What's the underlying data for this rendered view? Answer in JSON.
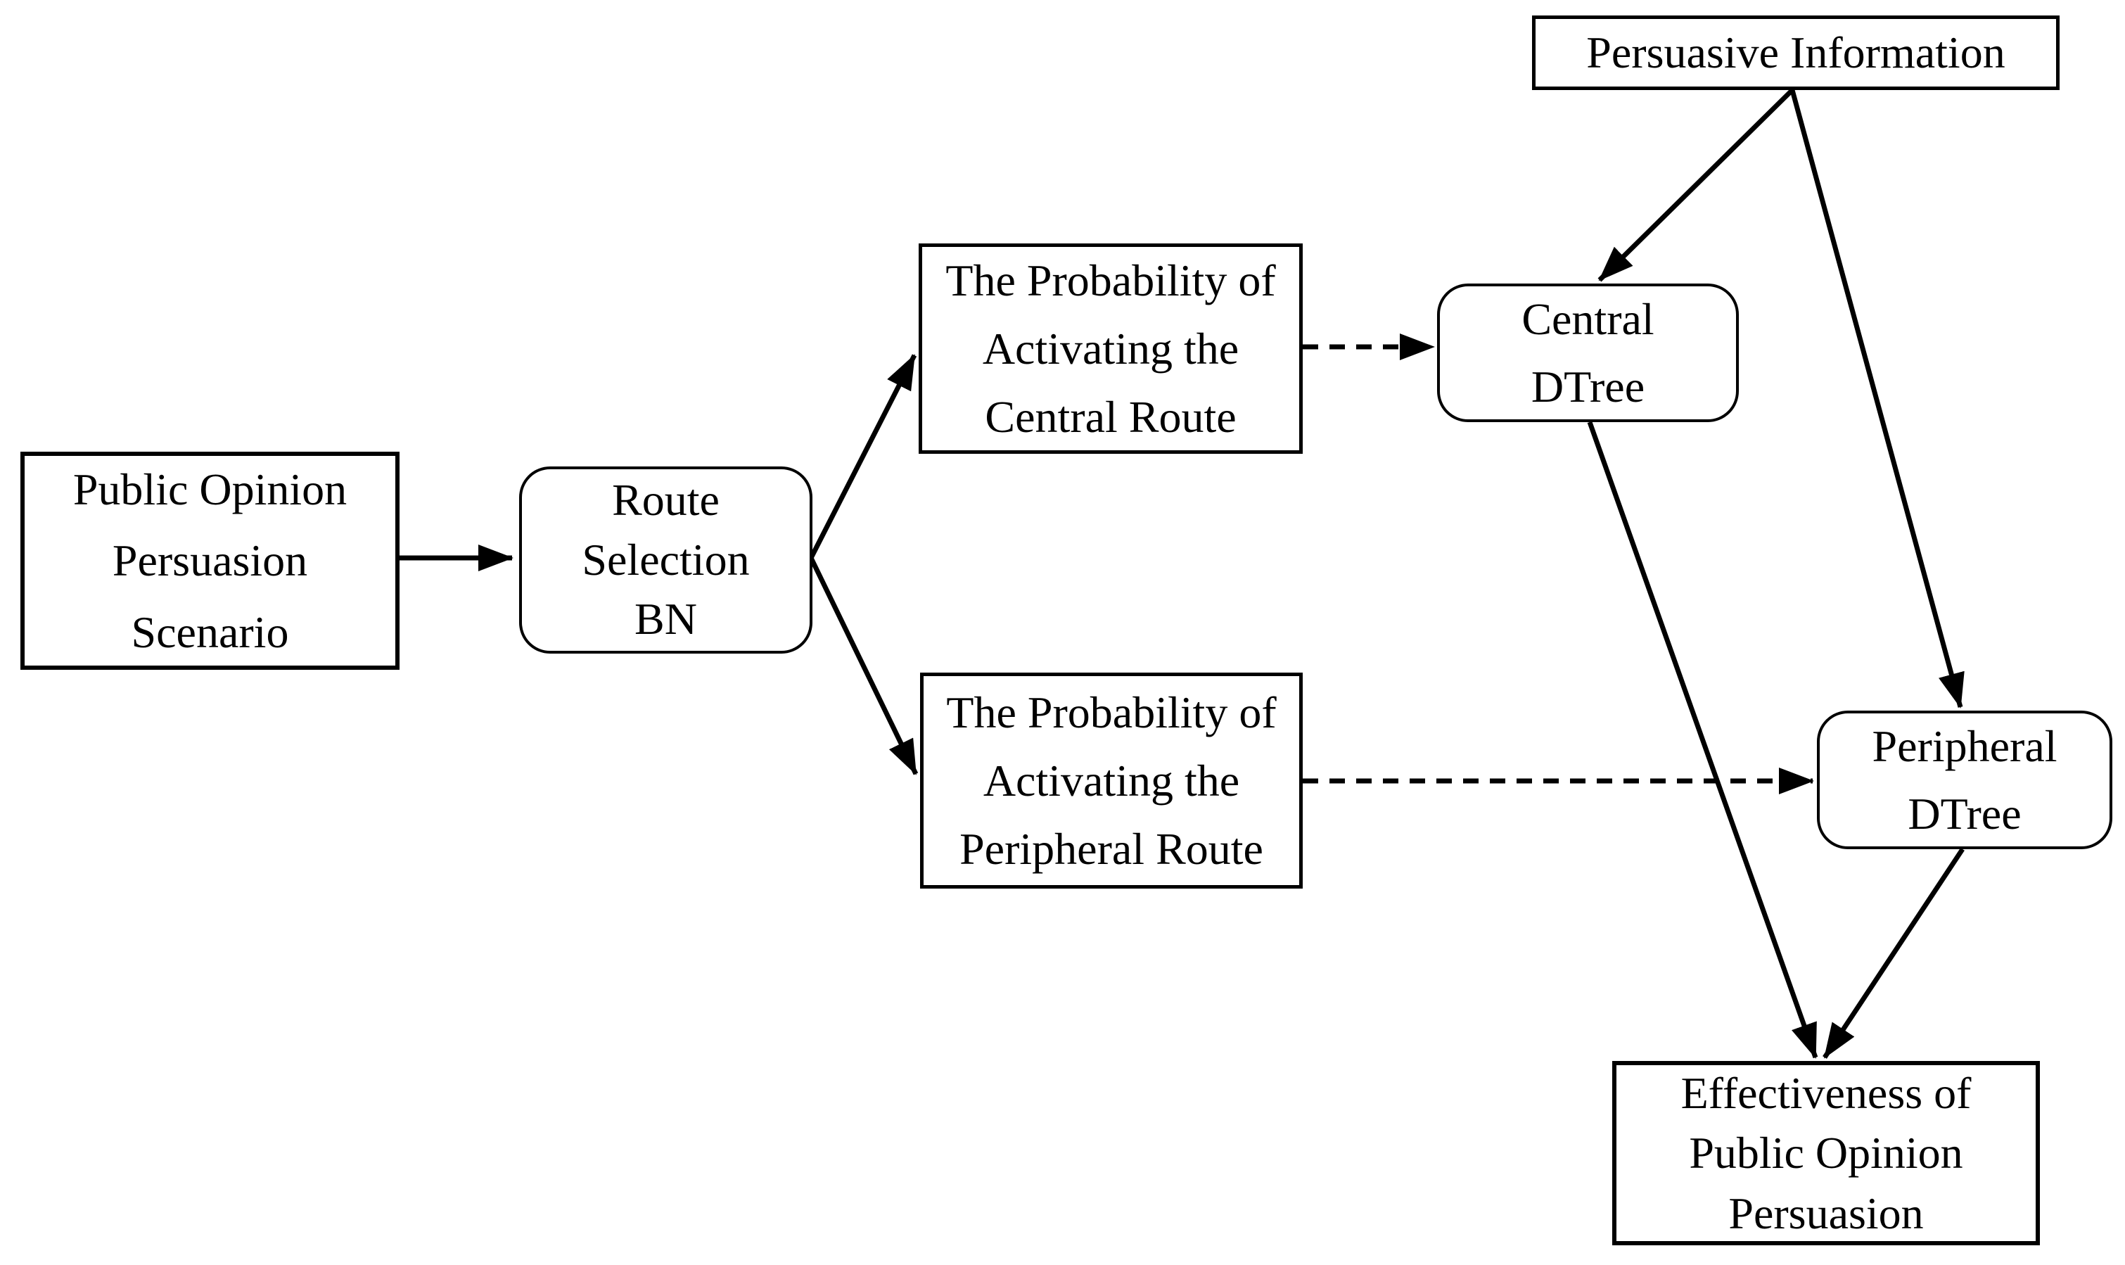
{
  "diagram": {
    "background_color": "#ffffff",
    "line_color": "#000000",
    "text_color": "#000000",
    "nodes": {
      "scenario": {
        "label": "Public Opinion\nPersuasion\nScenario",
        "shape": "rectangle"
      },
      "route_bn": {
        "label": "Route\nSelection\nBN",
        "shape": "rounded-rectangle"
      },
      "prob_central": {
        "label": "The Probability of\nActivating the\nCentral Route",
        "shape": "rectangle"
      },
      "prob_peripheral": {
        "label": "The Probability of\nActivating the\nPeripheral Route",
        "shape": "rectangle"
      },
      "central_dtree": {
        "label": "Central\nDTree",
        "shape": "rounded-rectangle"
      },
      "peripheral_dtree": {
        "label": "Peripheral\nDTree",
        "shape": "rounded-rectangle"
      },
      "persuasive_info": {
        "label": "Persuasive Information",
        "shape": "rectangle"
      },
      "effectiveness": {
        "label": "Effectiveness of\nPublic Opinion\nPersuasion",
        "shape": "rectangle"
      }
    },
    "edges": [
      {
        "from": "scenario",
        "to": "route_bn",
        "style": "solid-arrow"
      },
      {
        "from": "route_bn",
        "to": "prob_central",
        "style": "solid-arrow"
      },
      {
        "from": "route_bn",
        "to": "prob_peripheral",
        "style": "solid-arrow"
      },
      {
        "from": "prob_central",
        "to": "central_dtree",
        "style": "dashed-arrow"
      },
      {
        "from": "prob_peripheral",
        "to": "peripheral_dtree",
        "style": "dashed-arrow"
      },
      {
        "from": "persuasive_info",
        "to": "central_dtree",
        "style": "solid-arrow"
      },
      {
        "from": "persuasive_info",
        "to": "peripheral_dtree",
        "style": "solid-arrow"
      },
      {
        "from": "central_dtree",
        "to": "effectiveness",
        "style": "solid-arrow"
      },
      {
        "from": "peripheral_dtree",
        "to": "effectiveness",
        "style": "solid-arrow"
      }
    ]
  }
}
